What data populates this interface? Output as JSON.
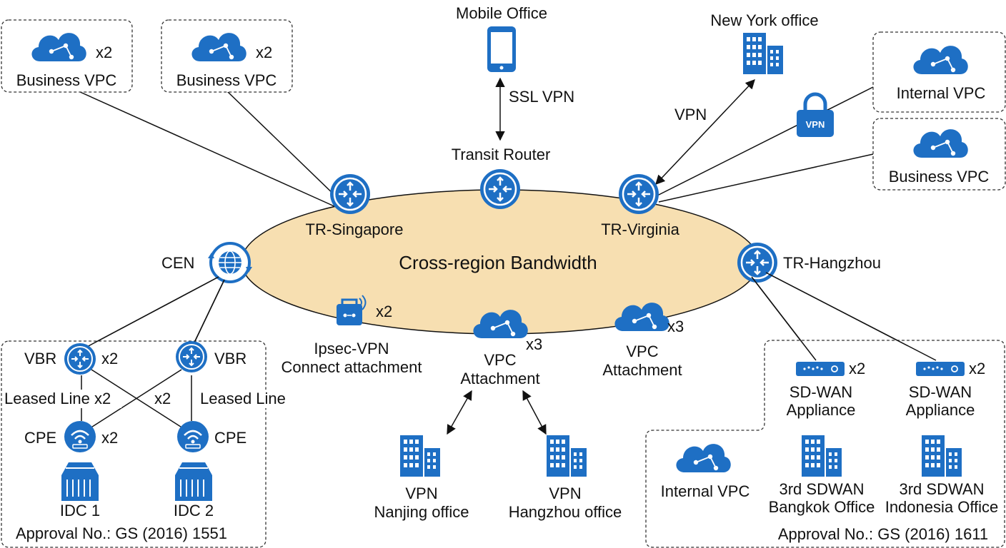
{
  "center_label": "Cross-region Bandwidth",
  "transit_router_label": "Transit Router",
  "mobile_office_label": "Mobile Office",
  "ssl_vpn_label": "SSL VPN",
  "new_york_label": "New York office",
  "vpn_link_label": "VPN",
  "vpn_lock_text": "VPN",
  "business_vpc_left_1": {
    "label": "Business VPC",
    "count": "x2"
  },
  "business_vpc_left_2": {
    "label": "Business VPC",
    "count": "x2"
  },
  "internal_vpc_right": "Internal VPC",
  "business_vpc_right": "Business VPC",
  "tr_singapore": "TR-Singapore",
  "tr_virginia": "TR-Virginia",
  "tr_hangzhou": "TR-Hangzhou",
  "cen_label": "CEN",
  "ipsec": {
    "line1": "Ipsec-VPN",
    "line2": "Connect attachment",
    "count": "x2"
  },
  "vpc_attach_center": {
    "line1": "VPC",
    "line2": "Attachment",
    "count": "x3"
  },
  "vpc_attach_right": {
    "line1": "VPC",
    "line2": "Attachment",
    "count": "x3"
  },
  "vpn_nanjing": {
    "line1": "VPN",
    "line2": "Nanjing office"
  },
  "vpn_hangzhou": {
    "line1": "VPN",
    "line2": "Hangzhou office"
  },
  "left_group": {
    "vbr1": "VBR",
    "vbr1_count": "x2",
    "vbr2": "VBR",
    "leased_line_1": "Leased Line x2",
    "cross_count": "x2",
    "leased_line_2": "Leased Line",
    "cpe1": "CPE",
    "cpe1_count": "x2",
    "cpe2": "CPE",
    "idc1": "IDC 1",
    "idc2": "IDC 2",
    "approval": "Approval No.: GS (2016) 1551"
  },
  "right_group": {
    "sdwan1": {
      "line1": "SD-WAN",
      "line2": "Appliance",
      "count": "x2"
    },
    "sdwan2": {
      "line1": "SD-WAN",
      "line2": "Appliance",
      "count": "x2"
    },
    "internal_vpc": "Internal VPC",
    "bangkok": {
      "line1": "3rd SDWAN",
      "line2": "Bangkok Office"
    },
    "indonesia": {
      "line1": "3rd SDWAN",
      "line2": "Indonesia Office"
    },
    "approval": "Approval No.: GS (2016) 1611"
  },
  "colors": {
    "accent": "#1e6fc4",
    "ellipse_fill": "#f7dfb1"
  }
}
